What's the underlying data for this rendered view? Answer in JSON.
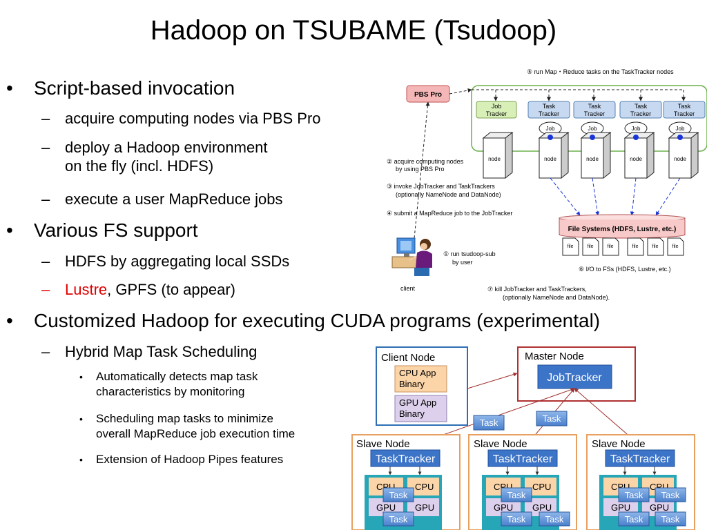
{
  "slide": {
    "title": "Hadoop on TSUBAME (Tsudoop)",
    "bullets": {
      "script": "Script-based invocation",
      "acquire": "acquire computing nodes via PBS Pro",
      "deploy_1": "deploy a Hadoop environment",
      "deploy_2": "on the fly (incl. HDFS)",
      "execute": "execute a user MapReduce jobs",
      "fs": "Various FS support",
      "hdfs": "HDFS by aggregating local SSDs",
      "lustre": "Lustre",
      "gpfs": ", GPFS (to appear)",
      "cuda": "Customized Hadoop for executing CUDA programs (experimental)",
      "hybrid": "Hybrid Map Task Scheduling",
      "auto_1": "Automatically detects map task",
      "auto_2": "characteristics by monitoring",
      "sched_1": "Scheduling map tasks to minimize",
      "sched_2": "overall MapReduce job execution time",
      "ext": "Extension of Hadoop Pipes features"
    }
  },
  "top_diagram": {
    "step5": "⑤ run Map・Reduce tasks on the TaskTracker nodes",
    "pbs": "PBS Pro",
    "job_tracker_1": "Job",
    "job_tracker_2": "Tracker",
    "task_tracker_1": "Task",
    "task_tracker_2": "Tracker",
    "job": "Job",
    "node": "node",
    "step2_1": "② acquire computing nodes",
    "step2_2": "by using PBS Pro",
    "step3_1": "③ invoke JobTracker and TaskTrackers",
    "step3_2": "(optionally  NameNode and DataNode)",
    "step4": "④ submit  a MapReduce job to the JobTracker",
    "fs": "File Systems (HDFS, Lustre, etc.)",
    "file": "file",
    "step1_1": "① run tsudoop-sub",
    "step1_2": "by user",
    "client": "client",
    "step6": "⑥  I/O to FSs (HDFS, Lustre, etc.)",
    "step7_1": "⑦  kill JobTracker and TaskTrackers,",
    "step7_2": "(optionally NameNode and DataNode)."
  },
  "bottom_diagram": {
    "client_node": "Client Node",
    "cpu_app_1": "CPU App",
    "cpu_app_2": "Binary",
    "gpu_app_1": "GPU App",
    "gpu_app_2": "Binary",
    "master_node": "Master Node",
    "jobtracker": "JobTracker",
    "task": "Task",
    "slave_node": "Slave Node",
    "tasktracker": "TaskTracker",
    "cpu": "CPU",
    "gpu": "GPU"
  },
  "colors": {
    "pbs_fill": "#f4b6b6",
    "fs_fill": "#f7c9c9",
    "job_tracker_fill": "#d8f0b8",
    "task_tracker_fill": "#c6d9f1",
    "client_node_border": "#2e6db4",
    "master_node_border": "#b03030",
    "slave_node_border": "#e8a060",
    "tasktracker_fill": "#3c74c8",
    "cpu_fill": "#fbd4a8",
    "gpu_fill": "#ddd0ec",
    "bullet_red": "#e00000"
  }
}
